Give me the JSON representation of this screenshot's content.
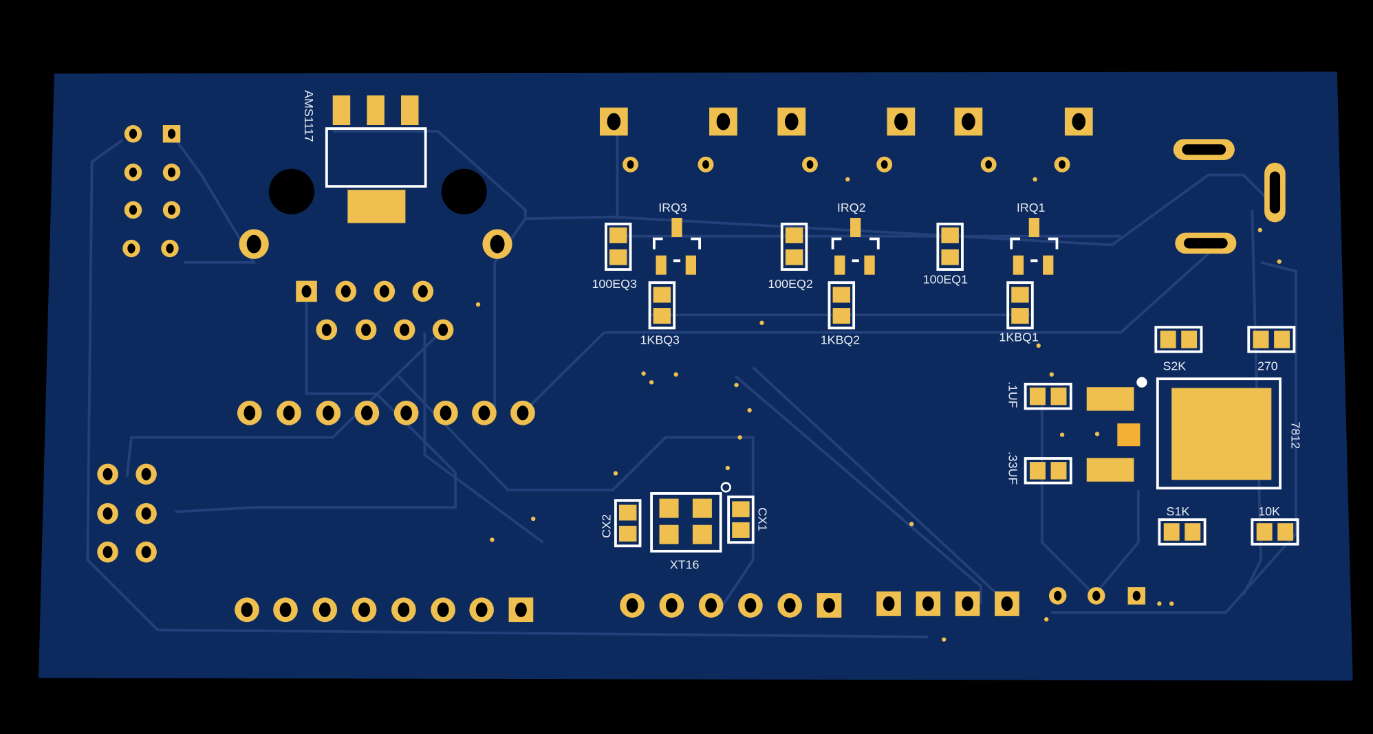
{
  "board": {
    "colors": {
      "substrate": "#0d2a5e",
      "copper_pad": "#efc050",
      "silkscreen": "#ffffff",
      "trace": "#23407a"
    },
    "labels": {
      "ams1117": "AMS1117",
      "irq3": "IRQ3",
      "irq2": "IRQ2",
      "irq1": "IRQ1",
      "r100eq3": "100EQ3",
      "r100eq2": "100EQ2",
      "r100eq1": "100EQ1",
      "r1kbq3": "1KBQ3",
      "r1kbq2": "1KBQ2",
      "r1kbq1": "1KBQ1",
      "s2k": "S2K",
      "r270": "270",
      "c01uf": ".1UF",
      "c033uf": ".33UF",
      "u7812": "7812",
      "s1k": "S1K",
      "r10k": "10K",
      "cx2": "CX2",
      "cx1": "CX1",
      "xt16": "XT16"
    }
  }
}
